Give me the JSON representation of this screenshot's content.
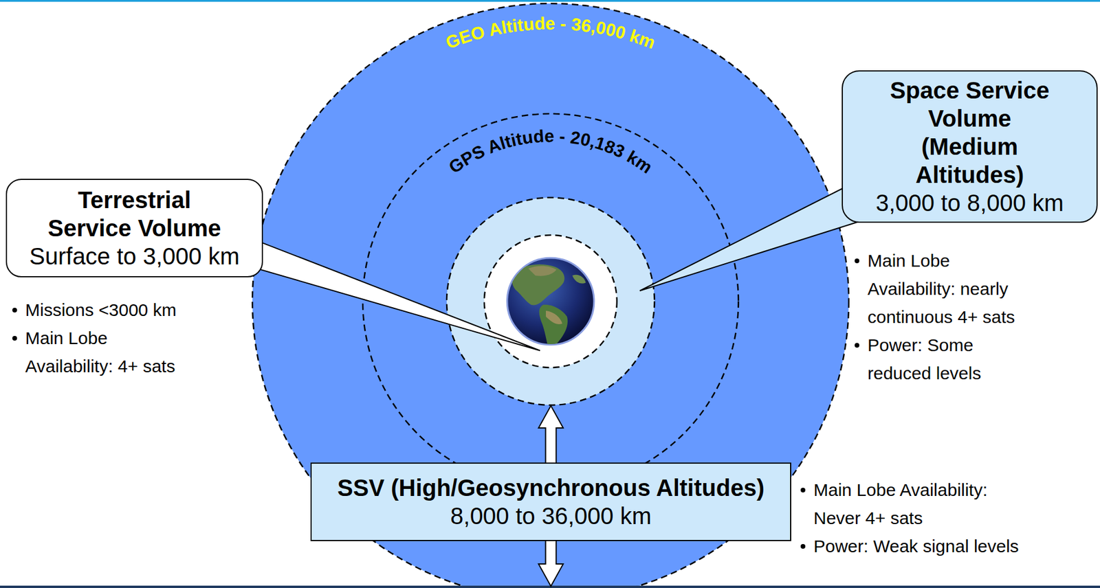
{
  "diagram": {
    "nodes": [
      {
        "text": [
          "Terrestrial Service Volume",
          "Surface to 3,000 km"
        ]
      },
      {
        "text": [
          "Space Service Volume (Medium Altitudes)",
          "3,000 to 8,000 km"
        ]
      },
      {
        "text": [
          "SSV (High/Geosynchronous Altitudes)",
          "8,000 to 36,000 km"
        ]
      }
    ],
    "labels": [
      "GEO Altitude - 36,000 km",
      "GPS Altitude - 20,183 km",
      "Missions <3000 km",
      "Main Lobe Availability: 4+ sats",
      "Main Lobe Availability: nearly continuous 4+ sats",
      "Power: Some reduced levels",
      "Main Lobe Availability: Never 4+ sats",
      "Power: Weak signal levels"
    ]
  }
}
